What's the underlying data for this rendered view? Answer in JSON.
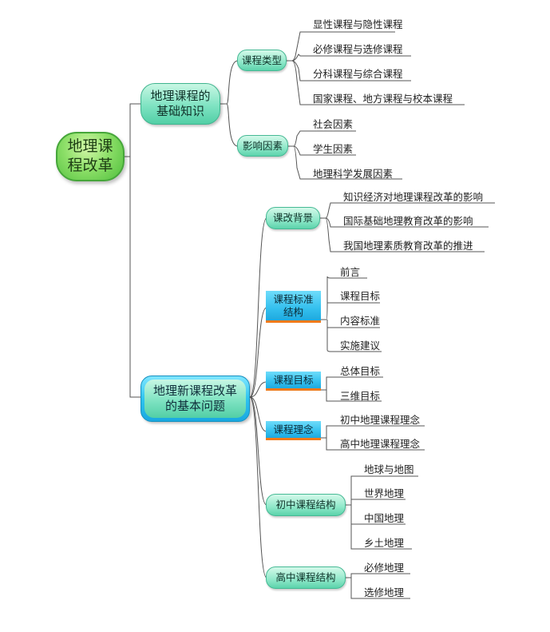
{
  "root": "地理课程改革",
  "branches": [
    {
      "label": "地理课程的基础知识",
      "children": [
        {
          "label": "课程类型",
          "items": [
            "显性课程与隐性课程",
            "必修课程与选修课程",
            "分科课程与综合课程",
            "国家课程、地方课程与校本课程"
          ]
        },
        {
          "label": "影响因素",
          "items": [
            "社会因素",
            "学生因素",
            "地理科学发展因素"
          ]
        }
      ]
    },
    {
      "label": "地理新课程改革的基本问题",
      "children": [
        {
          "label": "课改背景",
          "items": [
            "知识经济对地理课程改革的影响",
            "国际基础地理教育改革的影响",
            "我国地理素质教育改革的推进"
          ]
        },
        {
          "label": "课程标准结构",
          "items": [
            "前言",
            "课程目标",
            "内容标准",
            "实施建议"
          ]
        },
        {
          "label": "课程目标",
          "items": [
            "总体目标",
            "三维目标"
          ]
        },
        {
          "label": "课程理念",
          "items": [
            "初中地理课程理念",
            "高中地理课程理念"
          ]
        },
        {
          "label": "初中课程结构",
          "items": [
            "地球与地图",
            "世界地理",
            "中国地理",
            "乡土地理"
          ]
        },
        {
          "label": "高中课程结构",
          "items": [
            "必修地理",
            "选修地理"
          ]
        }
      ]
    }
  ]
}
